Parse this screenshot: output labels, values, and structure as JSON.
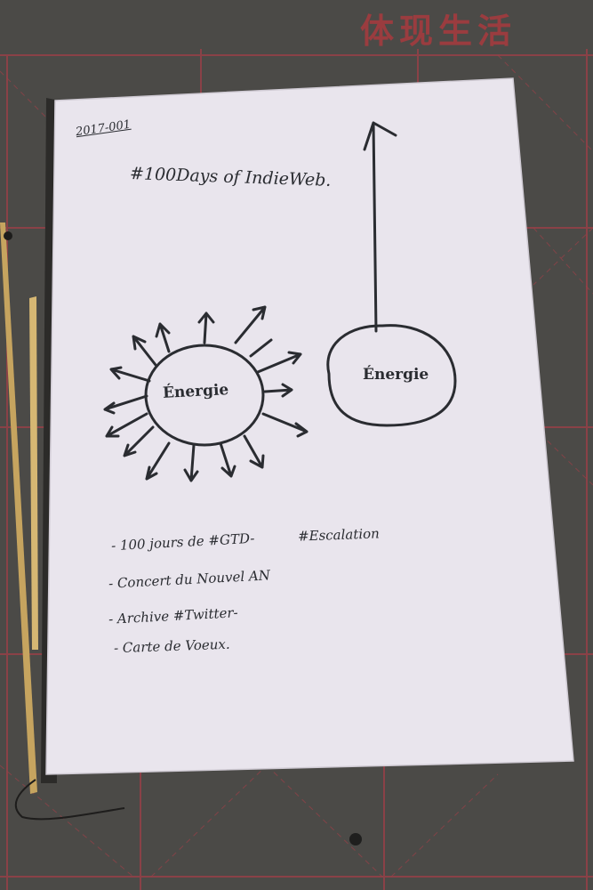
{
  "mat": {
    "text": "体现生活",
    "accent": "#a83a3e",
    "grid_color": "#9a4048",
    "base": "#4b4a47"
  },
  "paper": {
    "color": "#e9e5ed",
    "id_label": "2017-001",
    "title": "#100Days of IndieWeb.",
    "left_drawing_label": "Énergie",
    "right_drawing_label": "Énergie",
    "list": [
      "- 100 jours de #GTD-",
      "#Escalation",
      "- Concert du Nouvel AN",
      "- Archive #Twitter-",
      "- Carte de Voeux."
    ]
  },
  "ink_color": "#2a2c31"
}
